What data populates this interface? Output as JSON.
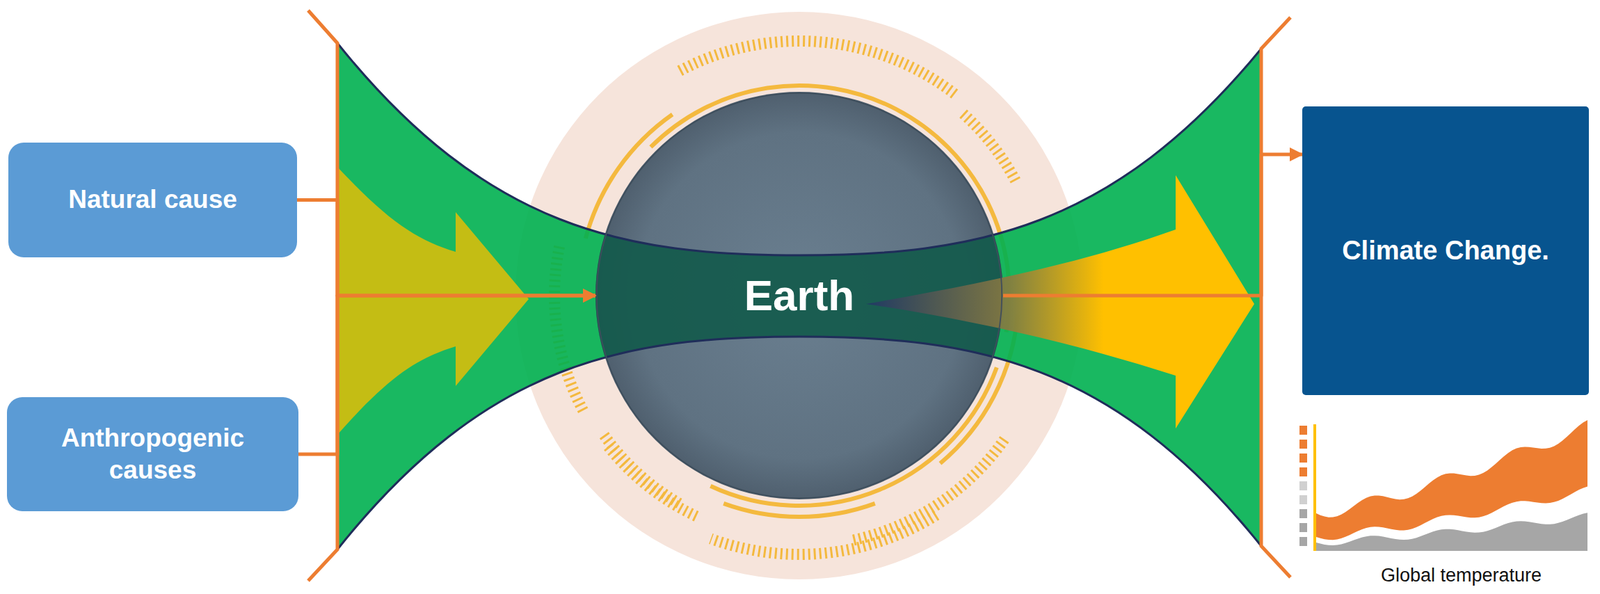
{
  "diagram": {
    "nodes": [
      {
        "text": [
          "Natural cause"
        ]
      },
      {
        "text": [
          "Anthropogenic causes"
        ]
      },
      {
        "text": [
          "Earth"
        ]
      },
      {
        "text": [
          "Climate Change."
        ]
      }
    ],
    "edges": [
      {
        "from": 0,
        "to": 2,
        "arrow": "to"
      },
      {
        "from": 1,
        "to": 2,
        "arrow": "to"
      },
      {
        "from": 2,
        "to": 3,
        "arrow": "to"
      }
    ],
    "labels": [
      "Global temperature"
    ]
  }
}
